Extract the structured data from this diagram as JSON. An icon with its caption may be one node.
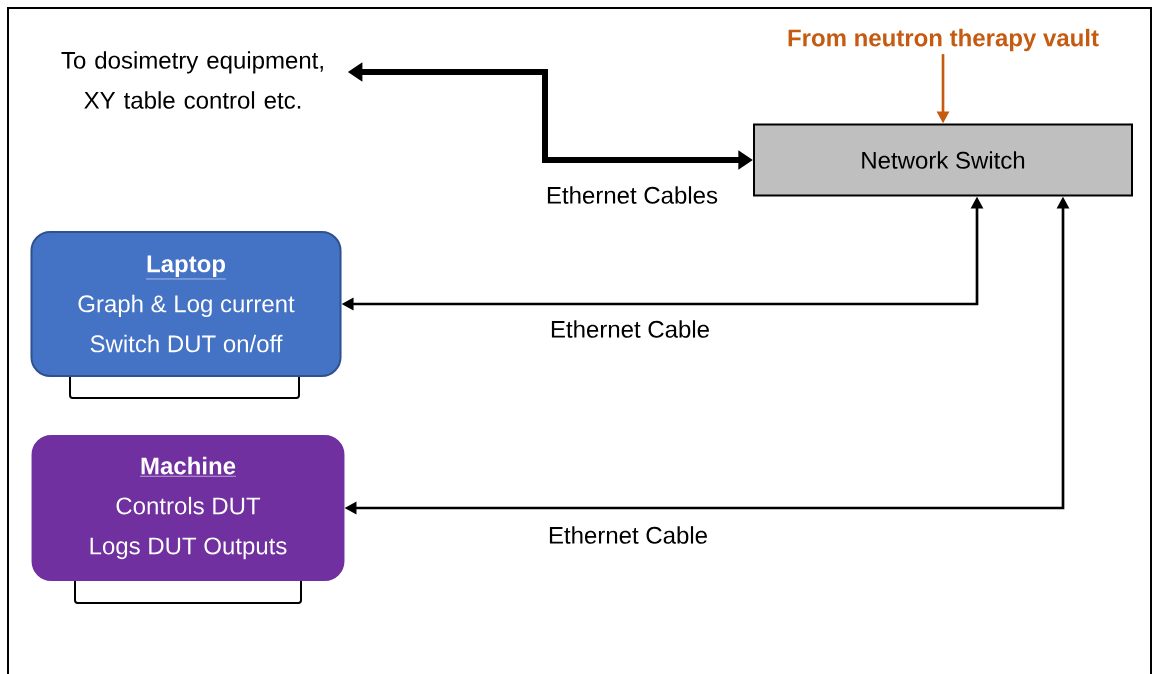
{
  "diagram": {
    "nodes": [
      {
        "text": [
          "To dosimetry equipment, XY table control etc."
        ]
      },
      {
        "text": [
          "From neutron therapy vault"
        ]
      },
      {
        "text": [
          "Network Switch"
        ]
      },
      {
        "text": [
          "Laptop",
          "Graph & Log current",
          "Switch DUT on/off"
        ]
      },
      {
        "text": [
          "Machine",
          "Controls DUT",
          "Logs DUT Outputs"
        ]
      }
    ],
    "edges": [
      {
        "from": 0,
        "to": 2,
        "arrow": "both",
        "label": "Ethernet Cables",
        "style": "thick"
      },
      {
        "from": 1,
        "to": 2,
        "arrow": "to",
        "color": "#c55a11"
      },
      {
        "from": 2,
        "to": 3,
        "arrow": "both",
        "label": "Ethernet Cable"
      },
      {
        "from": 2,
        "to": 4,
        "arrow": "both",
        "label": "Ethernet Cable"
      }
    ]
  }
}
